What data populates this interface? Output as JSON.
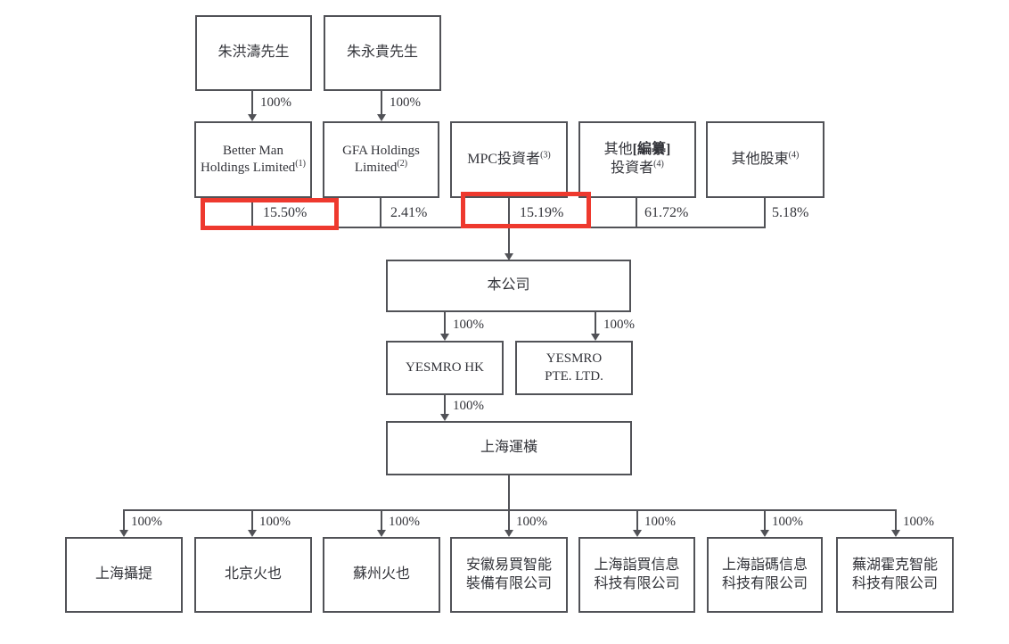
{
  "diagram": {
    "persons": [
      {
        "name": "朱洪濤先生",
        "ownership": "100%"
      },
      {
        "name": "朱永貴先生",
        "ownership": "100%"
      }
    ],
    "shareholders": [
      {
        "name": "Better Man Holdings Limited",
        "sup": "(1)",
        "percent": "15.50%",
        "highlighted": true
      },
      {
        "name": "GFA Holdings Limited",
        "sup": "(2)",
        "percent": "2.41%",
        "highlighted": false
      },
      {
        "name": "MPC投資者",
        "sup": "(3)",
        "percent": "15.19%",
        "highlighted": true
      },
      {
        "line1": "其他",
        "line1_bracket": "[編纂]",
        "line2": "投資者",
        "sup": "(4)",
        "percent": "61.72%",
        "highlighted": false
      },
      {
        "name": "其他股東",
        "sup": "(4)",
        "percent": "5.18%",
        "highlighted": false
      }
    ],
    "company": {
      "name": "本公司"
    },
    "hk_subsidiaries": [
      {
        "name": "YESMRO HK",
        "ownership": "100%"
      },
      {
        "name": "YESMRO\nPTE. LTD.",
        "ownership": "100%"
      }
    ],
    "wfoe": {
      "name": "上海運橫",
      "ownership": "100%"
    },
    "prc_subsidiaries": [
      {
        "name": "上海攝提",
        "ownership": "100%"
      },
      {
        "name": "北京火也",
        "ownership": "100%"
      },
      {
        "name": "蘇州火也",
        "ownership": "100%"
      },
      {
        "name": "安徽易買智能\n裝備有限公司",
        "ownership": "100%"
      },
      {
        "name": "上海詣買信息\n科技有限公司",
        "ownership": "100%"
      },
      {
        "name": "上海詣碼信息\n科技有限公司",
        "ownership": "100%"
      },
      {
        "name": "蕪湖霍克智能\n科技有限公司",
        "ownership": "100%"
      }
    ],
    "colors": {
      "highlight": "#ee392e",
      "line": "#515257",
      "text": "#33343a"
    }
  }
}
